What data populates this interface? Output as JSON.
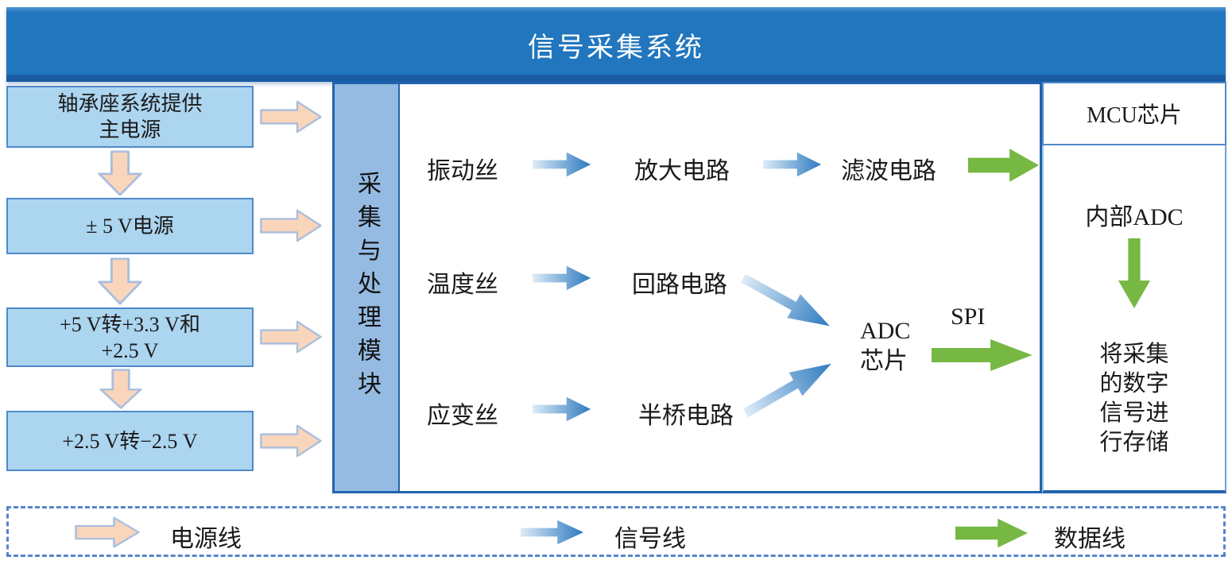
{
  "title": "信号采集系统",
  "colors": {
    "banner_blue": "#2176BE",
    "box_fill": "#ACD5F0",
    "box_border": "#4E8AC9",
    "module_border": "#2263AE",
    "strip_fill": "#95BBE2",
    "power_arrow_fill": "#F9D5BC",
    "signal_arrow_blue": "#2E7ABF",
    "data_arrow_green": "#76B843"
  },
  "power_chain": {
    "boxes": [
      {
        "lines": [
          "轴承座系统提供",
          "主电源"
        ]
      },
      {
        "lines": [
          "± 5 V电源"
        ]
      },
      {
        "lines": [
          "+5 V转+3.3 V和",
          "+2.5 V"
        ]
      },
      {
        "lines": [
          "+2.5 V转−2.5 V"
        ]
      }
    ]
  },
  "module": {
    "side_label": "采集与处理模块",
    "rows": [
      {
        "source": "振动丝",
        "stages": [
          "放大电路",
          "滤波电路"
        ]
      },
      {
        "source": "温度丝",
        "stages": [
          "回路电路"
        ]
      },
      {
        "source": "应变丝",
        "stages": [
          "半桥电路"
        ]
      }
    ],
    "adc_chip": {
      "lines": [
        "ADC",
        "芯片"
      ]
    },
    "spi_label": "SPI"
  },
  "mcu": {
    "title": "MCU芯片",
    "internal_adc": "内部ADC",
    "storage": {
      "lines": [
        "将采集",
        "的数字",
        "信号进",
        "行存储"
      ]
    }
  },
  "legend": {
    "items": [
      {
        "type": "power",
        "label": "电源线"
      },
      {
        "type": "signal",
        "label": "信号线"
      },
      {
        "type": "data",
        "label": "数据线"
      }
    ]
  }
}
